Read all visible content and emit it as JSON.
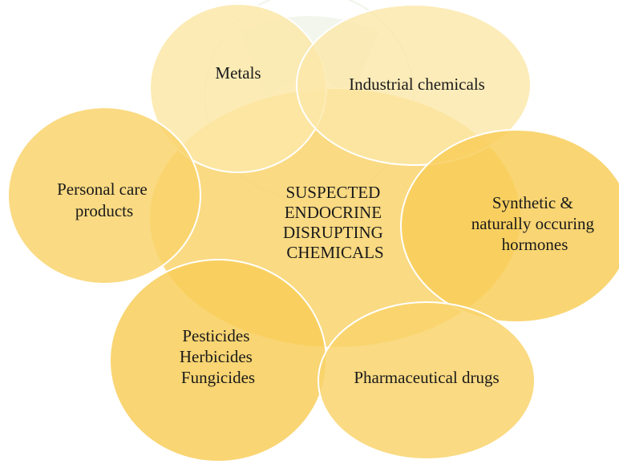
{
  "diagram": {
    "center": {
      "lines": [
        "SUSPECTED",
        "ENDOCRINE",
        "DISRUPTING",
        "CHEMICALS"
      ]
    },
    "nodes": [
      {
        "id": "metals",
        "lines": [
          "Metals"
        ]
      },
      {
        "id": "industrial",
        "lines": [
          "Industrial chemicals"
        ]
      },
      {
        "id": "personal",
        "lines": [
          "Personal care",
          "products"
        ]
      },
      {
        "id": "hormones",
        "lines": [
          "Synthetic &",
          "naturally occuring",
          "hormones"
        ]
      },
      {
        "id": "pesticides",
        "lines": [
          "Pesticides",
          "Herbicides",
          "Fungicides"
        ]
      },
      {
        "id": "pharma",
        "lines": [
          "Pharmaceutical drugs"
        ]
      }
    ],
    "colors": {
      "light": "#fbe7a8",
      "medium": "#f9d36c",
      "strong": "#f7c948",
      "outline": "#ffffff"
    }
  }
}
